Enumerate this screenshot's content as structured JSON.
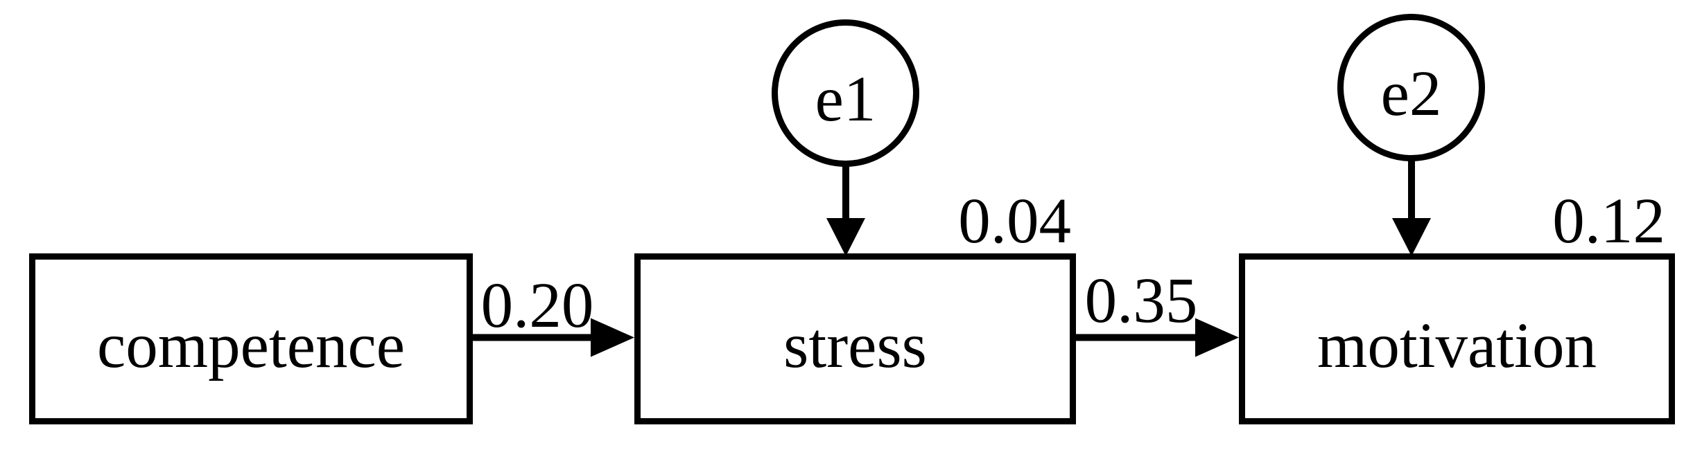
{
  "diagram": {
    "type": "sem-path-model",
    "colors": {
      "stroke": "#000000",
      "background": "#ffffff",
      "text": "#000000"
    },
    "boxes": [
      {
        "id": "competence",
        "label": "competence"
      },
      {
        "id": "stress",
        "label": "stress",
        "variance": "0.04"
      },
      {
        "id": "motivation",
        "label": "motivation",
        "variance": "0.12"
      }
    ],
    "errors": [
      {
        "id": "e1",
        "label": "e1",
        "points_to": "stress"
      },
      {
        "id": "e2",
        "label": "e2",
        "points_to": "motivation"
      }
    ],
    "paths": [
      {
        "from": "competence",
        "to": "stress",
        "coefficient": "0.20"
      },
      {
        "from": "stress",
        "to": "motivation",
        "coefficient": "0.35"
      },
      {
        "from": "e1",
        "to": "stress",
        "coefficient": ""
      },
      {
        "from": "e2",
        "to": "motivation",
        "coefficient": ""
      }
    ]
  }
}
